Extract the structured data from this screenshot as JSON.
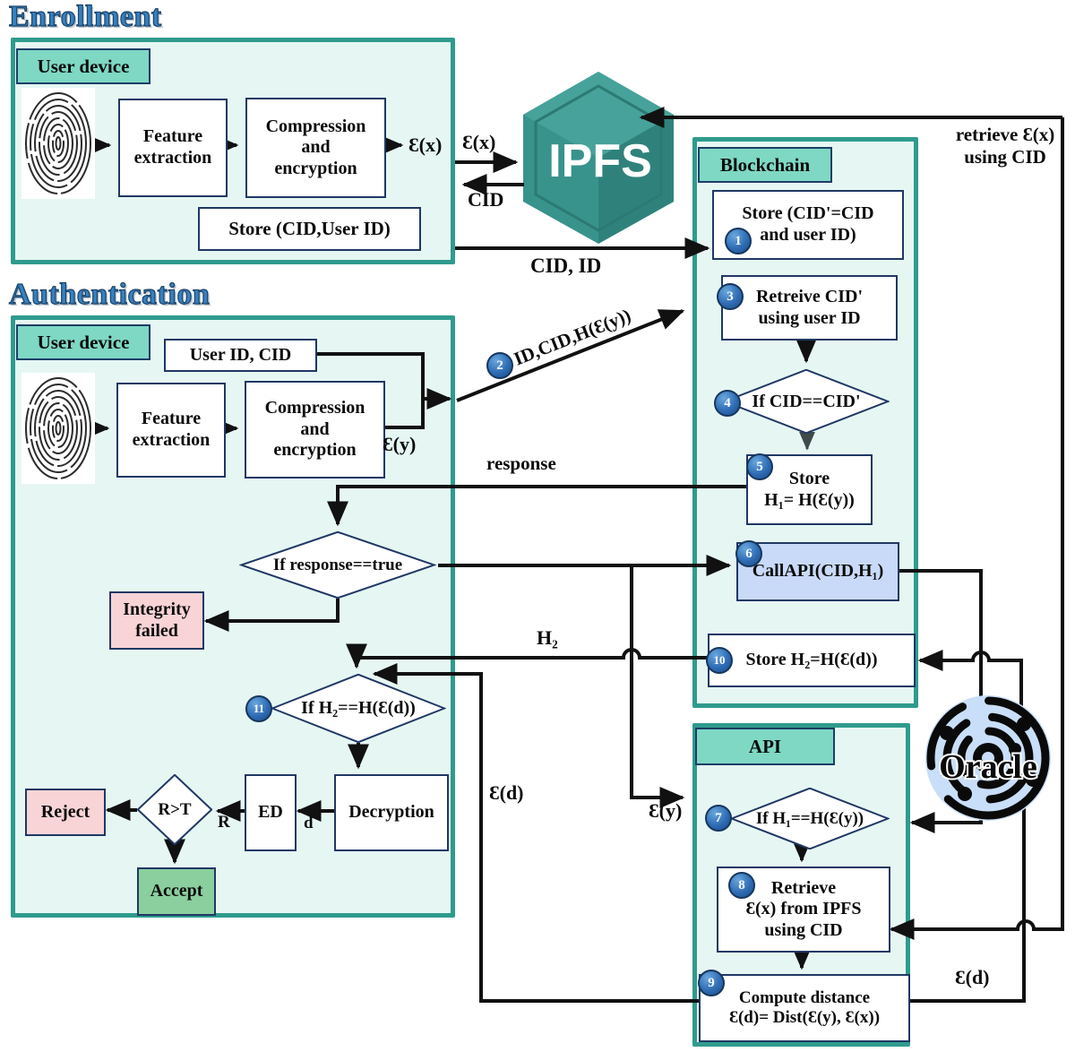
{
  "titles": {
    "enrollment": "Enrollment",
    "authentication": "Authentication"
  },
  "logos": {
    "ipfs": "IPFS",
    "oracle": "Oracle"
  },
  "badges": [
    "1",
    "2",
    "3",
    "4",
    "5",
    "6",
    "7",
    "8",
    "9",
    "10",
    "11"
  ],
  "enroll_device": {
    "header": "User device",
    "feature_line1": "Feature",
    "feature_line2": "extraction",
    "comp_line1": "Compression",
    "comp_line2": "and",
    "comp_line3": "encryption",
    "store": "Store (CID,User ID)",
    "output": "Ɛ(x)"
  },
  "auth_device": {
    "header": "User device",
    "userid": "User ID, CID",
    "feature_line1": "Feature",
    "feature_line2": "extraction",
    "comp_line1": "Compression",
    "comp_line2": "and",
    "comp_line3": "encryption",
    "output": "Ɛ(y)",
    "response_diamond": "If response==true",
    "integrity_line1": "Integrity",
    "integrity_line2": "failed",
    "diamond11": "If H₂==H(Ɛ(d))",
    "decryption": "Decryption",
    "ed": "ED",
    "rt_diamond": "R>T",
    "reject": "Reject",
    "accept": "Accept"
  },
  "blockchain": {
    "header": "Blockchain",
    "step1_line1": "Store (CID'=CID",
    "step1_line2": "and user ID)",
    "step3_line1": "Retreive CID'",
    "step3_line2": "using user ID",
    "diamond4": "If CID==CID'",
    "step5_line1": "Store",
    "step5_line2": "H₁= H(Ɛ(y))",
    "callapi": "CallAPI(CID,H₁)",
    "store_h2": "Store H₂=H(Ɛ(d))"
  },
  "api": {
    "header": "API",
    "diamond7": "If H₁==H(Ɛ(y))",
    "step8_line1": "Retrieve",
    "step8_line2": "Ɛ(x) from IPFS",
    "step8_line3": "using CID",
    "step9_line1": "Compute distance",
    "step9_line2": "Ɛ(d)= Dist(Ɛ(y), Ɛ(x))"
  },
  "edge_labels": {
    "ex": "Ɛ(x)",
    "cid": "CID",
    "cid_id": "CID, ID",
    "retrieve_line1": "retrieve Ɛ(x)",
    "retrieve_line2": "using CID",
    "msg2": "ID,CID,H(Ɛ(y))",
    "response": "response",
    "h2": "H₂",
    "ed_to_device": "Ɛ(d)",
    "ey_to_api": "Ɛ(y)",
    "ed_to_oracle": "Ɛ(d)",
    "r": "R",
    "d": "d"
  },
  "colors": {
    "panel_border": "#2f9b8d",
    "panel_fill": "#e6f7f3",
    "header_fill": "#7ed8c3",
    "box_border": "#203864",
    "callapi_fill": "#c9daf8",
    "fail_pink": "#f9d4d6",
    "accept_green": "#8bcf9e",
    "badge_blue": "#2f6cb5",
    "title_blue": "#3481c2",
    "ipfs_teal": "#38938c",
    "oracle_fill": "#c9def8",
    "arrow": "#111111"
  }
}
